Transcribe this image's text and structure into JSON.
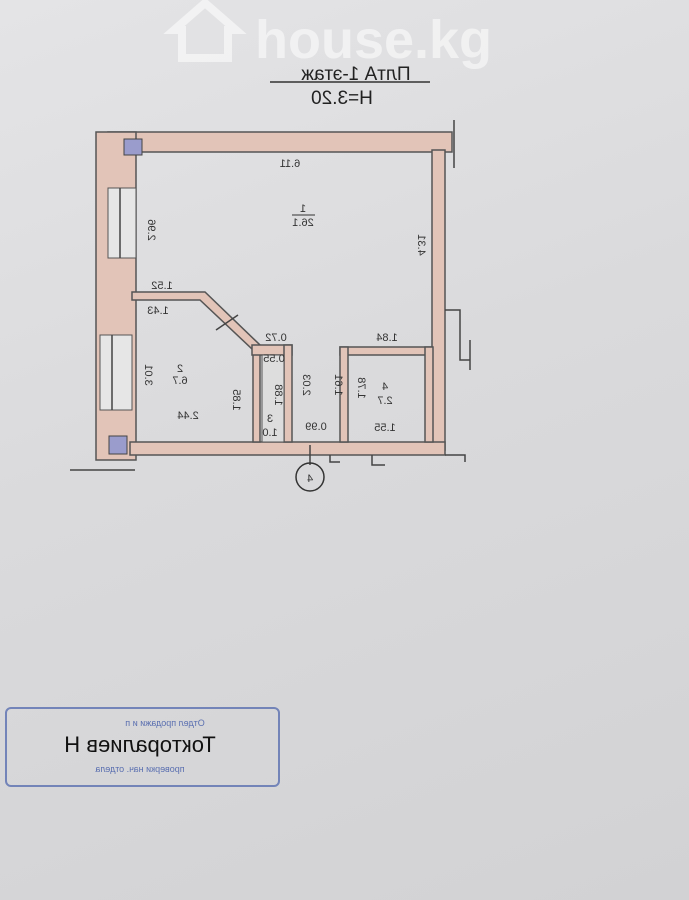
{
  "watermark": "house.kg",
  "title": "ПлтА 1-этаж",
  "height_label": "H=3.20",
  "rooms": [
    {
      "number": "1",
      "area": "26.1"
    },
    {
      "number": "2",
      "area": "6.7"
    },
    {
      "number": "3",
      "area": "1.0"
    },
    {
      "number": "4",
      "area": "2.7"
    }
  ],
  "dimensions": {
    "top": "6.11",
    "left_top": "2.96",
    "right": "4.31",
    "r2_top_outer": "1.52",
    "r2_top": "1.43",
    "r2_left": "3.01",
    "r2_right": "1.85",
    "r2_bottom": "2.44",
    "r3_top_outer": "0.72",
    "r3_top": "0.55",
    "r3_side": "1.88",
    "corridor": "2.03",
    "corridor_bottom": "0.99",
    "r4_top": "1.84",
    "r4_left": "1.78",
    "r4_door": "1.61",
    "r4_bottom": "1.55"
  },
  "entrance_marker": "4",
  "stamp": {
    "name": "Токторалиев Н",
    "top_line": "Отдел продажи и п",
    "bottom_line": "проверки нач. отдела"
  },
  "colors": {
    "wall": "#e2c4b8",
    "column": "#9a9ccc",
    "stamp": "#5a6fb0"
  }
}
